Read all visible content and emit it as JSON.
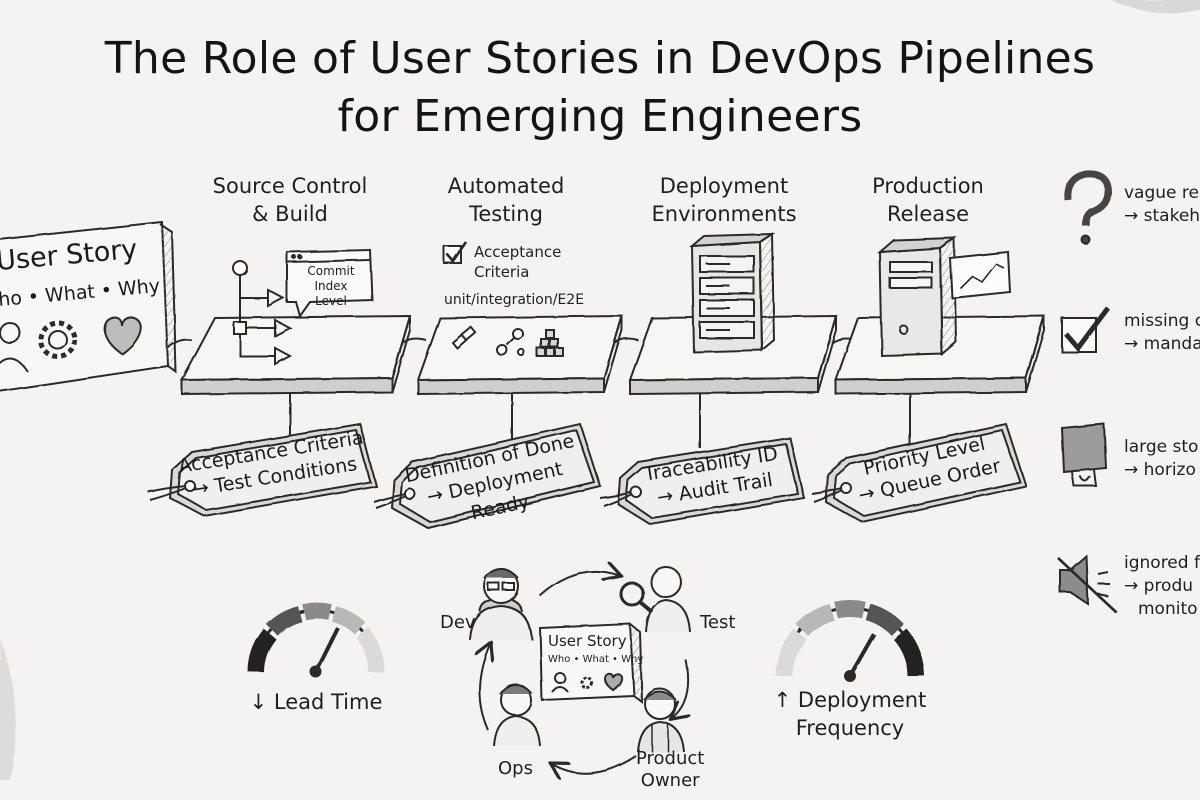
{
  "title": {
    "line1": "The Role of User Stories in DevOps Pipelines",
    "line2": "for Emerging Engineers"
  },
  "user_story_card": {
    "title": "User Story",
    "subtitle": "ho • What • Why"
  },
  "stages": [
    {
      "line1": "Source Control",
      "line2": "& Build",
      "note_line1": "Commit Index",
      "note_line2": "Level"
    },
    {
      "line1": "Automated",
      "line2": "Testing",
      "check_line1": "Acceptance",
      "check_line2": "Criteria",
      "test_types": "unit/integration/E2E"
    },
    {
      "line1": "Deployment",
      "line2": "Environments"
    },
    {
      "line1": "Production",
      "line2": "Release"
    }
  ],
  "tags": [
    {
      "line1": "Acceptance Criteria",
      "line2": "→ Test Conditions"
    },
    {
      "line1": "Definition of Done",
      "line2": "→ Deployment Ready"
    },
    {
      "line1": "Traceability ID",
      "line2": "→ Audit Trail"
    },
    {
      "line1": "Priority Level",
      "line2": "→ Queue Order"
    }
  ],
  "pitfalls": [
    {
      "icon": "question-icon",
      "line1": "vague re",
      "line2": "→ stakeh"
    },
    {
      "icon": "checkbox-icon",
      "line1": "missing c",
      "line2": "→ manda"
    },
    {
      "icon": "box-icon",
      "line1": "large sto",
      "line2": "→ horizo"
    },
    {
      "icon": "muted-speaker-icon",
      "line1": "ignored f",
      "line2": "→ produ",
      "line3": "monito"
    }
  ],
  "cycle": {
    "roles": {
      "dev": "Dev",
      "test": "Test",
      "ops": "Ops",
      "po_line1": "Product",
      "po_line2": "Owner"
    },
    "center_card_title": "User Story",
    "center_card_subtitle": "Who • What • Why"
  },
  "metrics": {
    "lead_time": "↓ Lead Time",
    "deploy_line1": "↑ Deployment",
    "deploy_line2": "Frequency"
  }
}
